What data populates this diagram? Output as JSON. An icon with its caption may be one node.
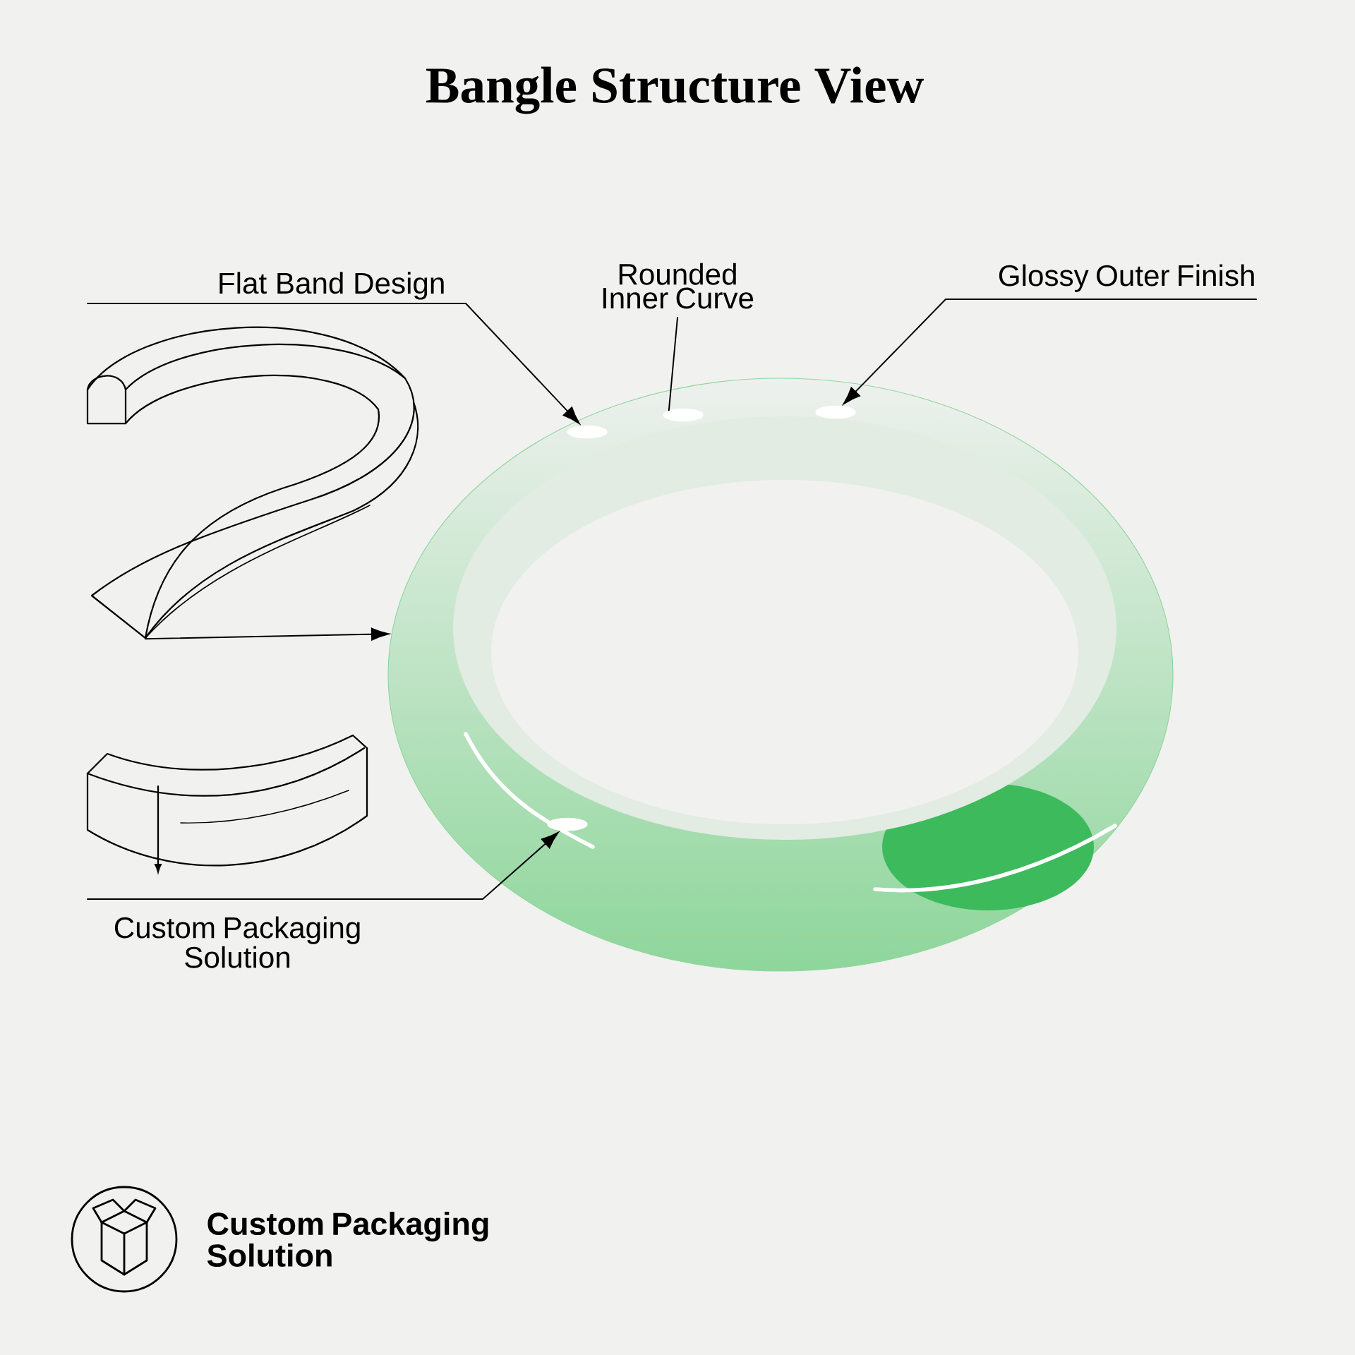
{
  "diagram": {
    "title": "Bangle Structure View",
    "nodes": [
      {
        "text": [
          "Flat Band Design"
        ]
      },
      {
        "text": [
          "Rounded Inner Curve"
        ]
      },
      {
        "text": [
          "Glossy Outer Finish"
        ]
      },
      {
        "text": [],
        "shape": "picture"
      },
      {
        "text": [],
        "shape": "picture"
      },
      {
        "text": [
          "Custom Packaging Solution"
        ]
      },
      {
        "text": [],
        "shape": "ellipse",
        "in": 4
      },
      {
        "text": [],
        "shape": "ellipse",
        "in": 4
      },
      {
        "text": [],
        "shape": "ellipse",
        "in": 4
      },
      {
        "text": [],
        "shape": "ellipse",
        "in": 4
      }
    ],
    "edges": [
      {
        "from": 0,
        "to": 6,
        "arrow": "to"
      },
      {
        "from": 1,
        "to": 7,
        "arrow": "none"
      },
      {
        "from": 2,
        "to": 8,
        "arrow": "to"
      },
      {
        "from": 3,
        "to": 4,
        "arrow": "to"
      },
      {
        "from": 5,
        "to": 9,
        "arrow": "to"
      }
    ],
    "labels": [
      "Custom Packaging Solution"
    ]
  }
}
